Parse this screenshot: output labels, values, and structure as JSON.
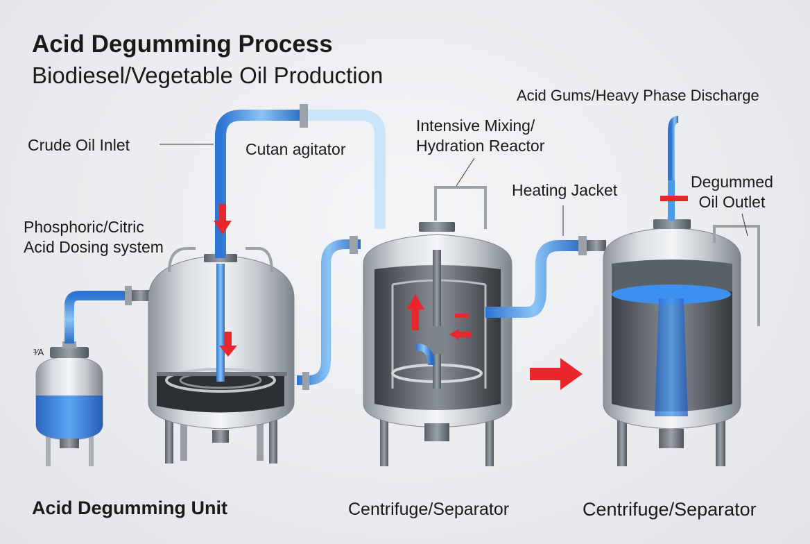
{
  "header": {
    "title": "Acid Degumming Process",
    "subtitle": "Biodiesel/Vegetable Oil Production"
  },
  "labels": {
    "crude_oil_inlet": "Crude Oil Inlet",
    "cutan_agitator": "Cutan agitator",
    "mixing_reactor": "Intensive Mixing/\nHydration Reactor",
    "acid_dosing": "Phosphoric/Citric\nAcid Dosing system",
    "acid_gums": "Acid Gums/Heavy Phase Discharge",
    "heating_jacket": "Heating Jacket",
    "degummed_oil": "Degummed\nOil Outlet",
    "small_tank_tag": "³⁄A"
  },
  "footer": {
    "unit_1": "Acid Degumming Unit",
    "unit_2": "Centrifuge/Separator",
    "unit_3": "Centrifuge/Separator"
  },
  "colors": {
    "liquid_blue": "#2f7fe0",
    "pipe_blue": "#4a9be8",
    "steel": "#b9bec5",
    "arrow_red": "#e8262b"
  }
}
